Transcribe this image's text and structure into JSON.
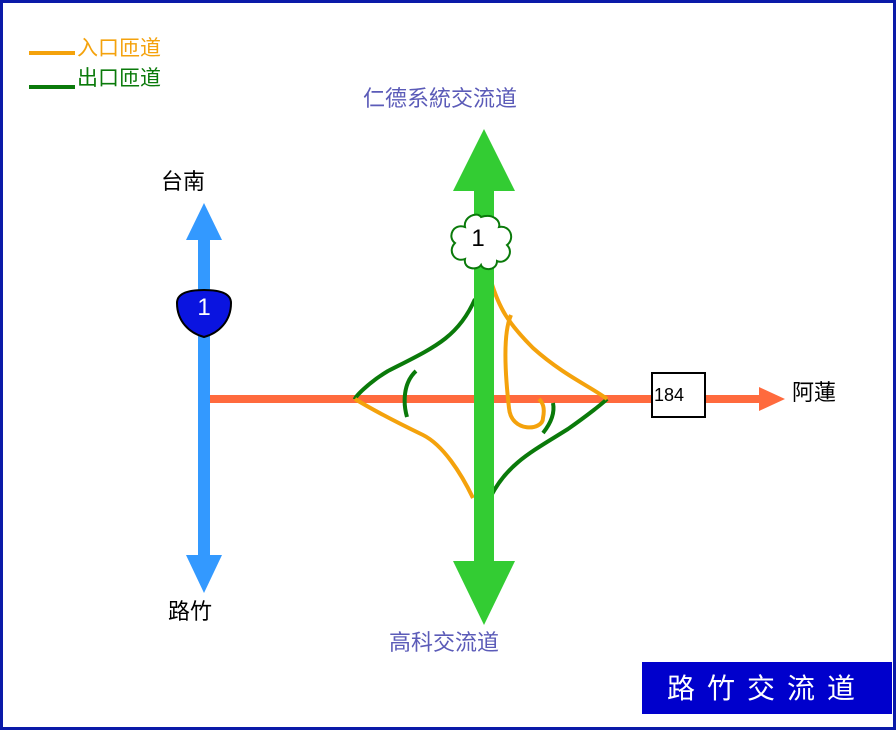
{
  "legend": {
    "entrance": {
      "label": "入口匝道",
      "color": "#f4a20c"
    },
    "exit": {
      "label": "出口匝道",
      "color": "#0a7a0a"
    }
  },
  "destinations": {
    "north_main": "仁德系統交流道",
    "south_main": "高科交流道",
    "north_left": "台南",
    "south_left": "路竹",
    "east": "阿蓮"
  },
  "shields": {
    "provincial_1": "1",
    "freeway_1": "1",
    "route_184": "184"
  },
  "title": "路竹交流道",
  "colors": {
    "freeway": "#33cc33",
    "provincial": "#3399ff",
    "county_road": "#ff6a3d",
    "entrance_ramp": "#f4a20c",
    "exit_ramp": "#0a7a0a",
    "border": "#0a1aa8",
    "title_bg": "#0000cc"
  }
}
